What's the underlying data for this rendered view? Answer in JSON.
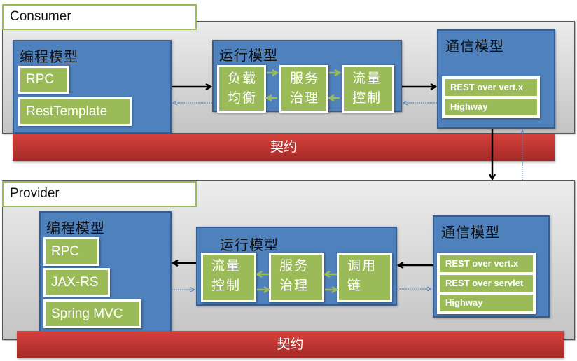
{
  "consumer": {
    "label": "Consumer",
    "programming_model": {
      "title": "编程模型",
      "items": [
        "RPC",
        "RestTemplate"
      ]
    },
    "runtime_model": {
      "title": "运行模型",
      "items": [
        {
          "line1": "负载",
          "line2": "均衡"
        },
        {
          "line1": "服务",
          "line2": "治理"
        },
        {
          "line1": "流量",
          "line2": "控制"
        }
      ]
    },
    "transport_model": {
      "title": "通信模型",
      "items": [
        "REST over vert.x",
        "Highway"
      ]
    },
    "contract": "契约"
  },
  "provider": {
    "label": "Provider",
    "programming_model": {
      "title": "编程模型",
      "items": [
        "RPC",
        "JAX-RS",
        "Spring MVC"
      ]
    },
    "runtime_model": {
      "title": "运行模型",
      "items": [
        {
          "line1": "流量",
          "line2": "控制"
        },
        {
          "line1": "服务",
          "line2": "治理"
        },
        {
          "line1": "调用",
          "line2": "链"
        }
      ]
    },
    "transport_model": {
      "title": "通信模型",
      "items": [
        "REST over vert.x",
        "REST over servlet",
        "Highway"
      ]
    },
    "contract": "契约"
  },
  "colors": {
    "section_label_border": "#9bbb59",
    "model_box": "#4f81bd",
    "item_fill": "#9bbb59",
    "contract_bar": "#c0392b",
    "request_arrow": "#000000",
    "response_arrow": "#4f81bd",
    "inner_arrow": "#9bbb59"
  }
}
